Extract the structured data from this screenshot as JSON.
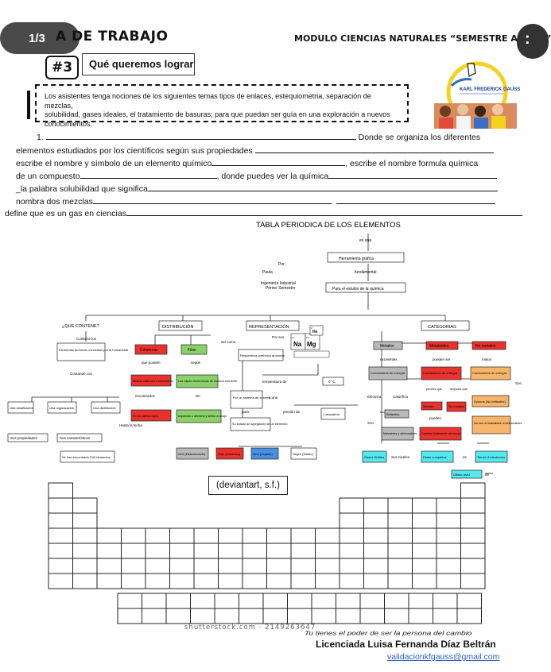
{
  "header": {
    "page_indicator": "1/3",
    "title": "A DE TRABAJO",
    "module": "MODULO CIENCIAS NATURALES “SEMESTRE A-2024”",
    "side_button": ":",
    "number": "#3",
    "goal_label": "Qué queremos lograr"
  },
  "intro": {
    "line1": "Los asistentes tenga nociones de los siguientes temas tipos de enlaces, estequiometria, separación de mezclas,",
    "line2": "solubilidad, gases ideales, el tratamiento de basuras; para que puedan ser guía en una exploración a nuevos",
    "line3": "conocimientos."
  },
  "logo": {
    "name": "KARL FREDERICK GAUSS"
  },
  "questions": {
    "q1_number": "1.",
    "q1_tail": "Donde se organiza los diferentes",
    "q2": "elementos estudiados por los científicos según sus propiedades",
    "q3a": "escribe el nombre y símbolo de un elemento químico",
    "q3b": ", escribe el nombre  formula química",
    "q4a": "de un compuesto",
    "q4b": ", donde puedes ver la química",
    "q5": "_la palabra solubilidad que significa",
    "q6": "nombra dos mezclas",
    "q7": "define que es un gas en ciencias"
  },
  "concept_map": {
    "title": "TABLA PERIODICA DE LOS ELEMENTOS",
    "es_una": "es una",
    "herramienta": "Herramienta grafica",
    "por": "Por:",
    "paula": "Paula",
    "fundamental": "fundamental",
    "ingenieria": "Ingeniería Industrial",
    "semestre": "Primer Semestre",
    "para_estudio": "Para el estudio de la química",
    "que_contiene": "¿QUE CONTENE?",
    "distribucion": "DISTRIBUCIÓN",
    "representacion": "REPRESENTACIÓN",
    "categorias": "CATEGORIAS",
    "contiene_los": "Contiene los",
    "elementos_quimicos": "Elementos químicos conocidos por la humanidad",
    "contando_con": "Contando con",
    "una_clasificacion": "Una clasificación",
    "una_organizacion": "Una organización",
    "una_distribucion": "Una distribución",
    "hasta_la_fecha": "Hasta la fecha",
    "sus_propiedades": "Sus propiedades",
    "sus_caracteristicas": "Sus características",
    "se_han_encontrado": "Se han encontrado 118 elementos",
    "columnas": "Columnas",
    "filas": "Filas",
    "que_poseen": "que poseen",
    "segun": "según",
    "misma_valencia": "Misma valencia o electrones",
    "las_capas": "Las capas electronicas de manera creciente",
    "encontrados": "encontrados",
    "de": "De",
    "en_su_ultima": "En su ultima capa",
    "izquierda": "Izquierda a derecha y arriba a abajo",
    "asi_como": "así como",
    "por_sus": "Por sus",
    "respectivos": "Respectivos símbolos químicos",
    "temperatura": "temperatura de",
    "cero_grados": "0 °C",
    "por_un": "Por un sistema de colores",
    "a_una": "a una",
    "para": "para",
    "su_estado": "Su estado de agregación de un elemento",
    "presion": "presión de",
    "atmosfera": "1 atmósfera",
    "gris": "Gris (Desconocido)",
    "rojo": "Rojo (Gaseoso)",
    "azul": "Azul (Líquido)",
    "negro": "Negro (Sólido)",
    "metales": "Metales",
    "metaloides": "Metaloides",
    "no_metales": "No metales",
    "excelentes": "excelentes",
    "pueden_ser": "pueden ser",
    "malos": "malos",
    "conductores_energia": "Conductores de energía",
    "conductores_energia_2": "Conductores de energía",
    "conductores_energia_3": "Conductores de energía",
    "son": "Son",
    "electrica": "Eléctrica",
    "calorifica": "Calorífica",
    "peores_que": "peores que",
    "mejores_que": "mejores que",
    "opacos": "Opacos (No brillantes)",
    "metales_2": "Metales",
    "no_metales_2": "No metales",
    "brillantes": "Brillantes",
    "pueden": "pueden",
    "son_2": "Son",
    "maleables": "Maleables y deformables",
    "cambiar_forma": "Cambiar facilmente de forma",
    "no_son_maleables": "No son ni maleables ni deformables",
    "gases_nobles": "Gases Nobles",
    "sus_niveles": "Sus niveles",
    "estan_completos": "Estan completos",
    "es": "es",
    "tienen_8": "Tienen 8 electrones",
    "ultimo_nivel": "Ultimo nivel",
    "de_2": "de",
    "element_na": "Na",
    "element_mg": "Mg",
    "element_he": "He",
    "number_11": "11",
    "number_12": "12",
    "number_2": "2"
  },
  "citation": "(deviantart, s.f.)",
  "watermark": "shutterstock.com · 2149263647",
  "footer": {
    "motto": "Tu tienes el poder de ser la persona del cambio",
    "author": "Licenciada Luisa Fernanda Díaz Beltrán",
    "email": "validacionkfgauss@gmail.com"
  },
  "colors": {
    "red_box": "#e8322e",
    "green_box": "#8bd16a",
    "blue_box": "#4a90e2",
    "gray_box": "#b9b9b9",
    "cyan_box": "#55e8f0",
    "orange_box": "#f6b56a",
    "dark_header": "#4a4a4a"
  }
}
